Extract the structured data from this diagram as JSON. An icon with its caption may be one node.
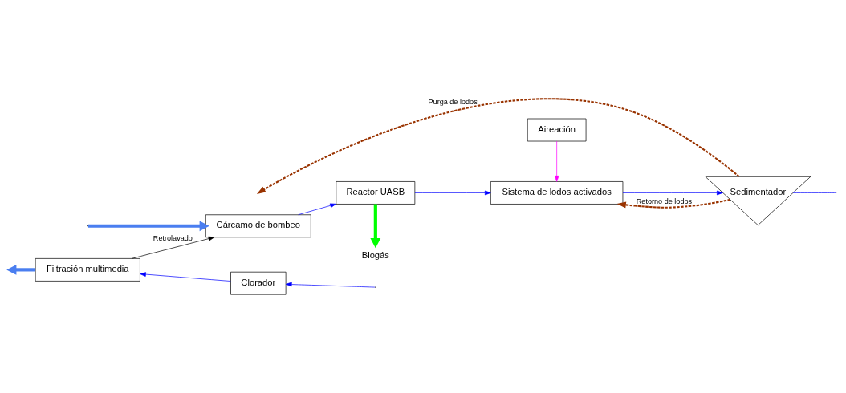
{
  "diagram": {
    "nodes": [
      {
        "text": [
          "Cárcamo de bombeo"
        ]
      },
      {
        "text": [
          "Reactor UASB"
        ]
      },
      {
        "text": [
          "Biogás"
        ]
      },
      {
        "text": [
          "Aireación"
        ]
      },
      {
        "text": [
          "Sistema de lodos activados"
        ]
      },
      {
        "text": [
          "Sedimentador"
        ]
      },
      {
        "text": [
          "Clorador"
        ]
      },
      {
        "text": [
          "Filtración multimedia"
        ]
      }
    ],
    "edges": [
      {
        "from": null,
        "to": 0,
        "arrow": "to",
        "style": "thick",
        "color": "#4a7ef0"
      },
      {
        "from": 0,
        "to": 1,
        "arrow": "to"
      },
      {
        "from": 1,
        "to": 2,
        "arrow": "to",
        "style": "thick",
        "color": "#00ff00"
      },
      {
        "from": 1,
        "to": 4,
        "arrow": "to"
      },
      {
        "from": 3,
        "to": 4,
        "arrow": "to",
        "color": "#ff00ff"
      },
      {
        "from": 4,
        "to": 5,
        "arrow": "to"
      },
      {
        "from": 5,
        "to": null,
        "arrow": "to",
        "label": "Purga de lodos",
        "style": "dashed",
        "color": "#993300"
      },
      {
        "from": 5,
        "to": 4,
        "arrow": "to",
        "label": "Retorno de lodos",
        "style": "dashed",
        "color": "#993300"
      },
      {
        "from": 5,
        "to": null,
        "arrow": "none"
      },
      {
        "from": null,
        "to": 6,
        "arrow": "to"
      },
      {
        "from": 6,
        "to": 7,
        "arrow": "to"
      },
      {
        "from": 7,
        "to": 0,
        "arrow": "to",
        "label": "Retrolavado",
        "color": "#000000"
      },
      {
        "from": 7,
        "to": null,
        "arrow": "to",
        "style": "thick",
        "color": "#4a7ef0"
      }
    ]
  }
}
